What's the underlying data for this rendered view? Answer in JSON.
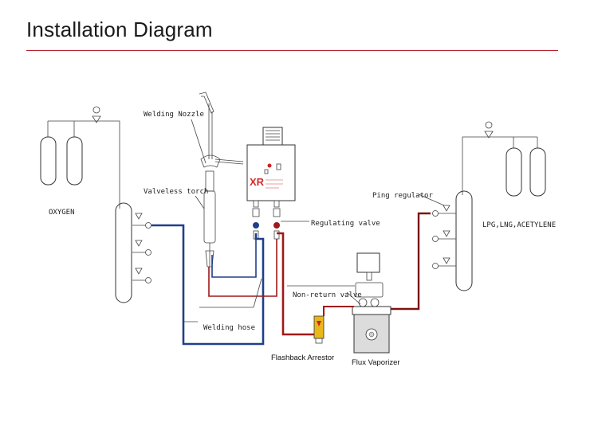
{
  "header": {
    "title": "Installation Diagram"
  },
  "colors": {
    "accent_rule": "#b3202a",
    "hose_blue": "#1f3f8a",
    "hose_red": "#a01818",
    "hose_darkred": "#7a1414",
    "logo_red": "#d42a2a"
  },
  "labels": {
    "oxygen": "OXYGEN",
    "welding_nozzle": "Welding Nozzle",
    "valveless_torch": "Valveless torch",
    "regulating_valve": "Regulating valve",
    "welding_hose": "Welding hose",
    "flashback_arrestor": "Flashback Arrestor",
    "flux_vaporizer": "Flux Vaporizer",
    "non_return_valve": "Non-return valve",
    "ping_regulator": "Ping regulator",
    "lpg": "LPG,LNG,ACETYLENE"
  },
  "machine": {
    "logo_text": "XR"
  },
  "icons": [
    "gas-cylinder-icon",
    "valve-icon",
    "regulator-icon"
  ]
}
